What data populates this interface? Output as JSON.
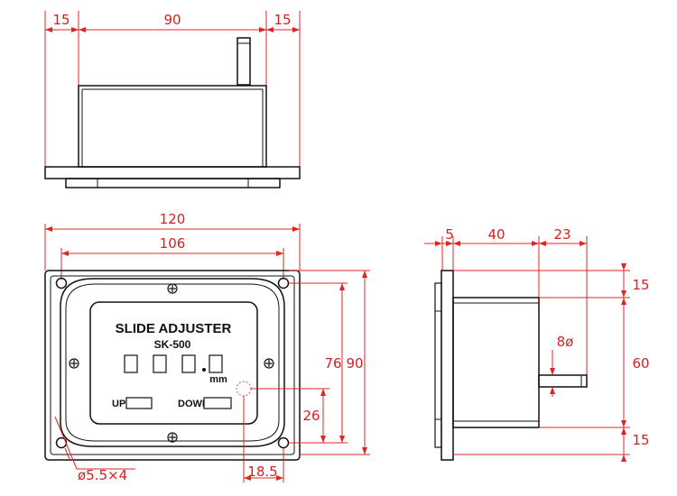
{
  "panel": {
    "title": "SLIDE ADJUSTER",
    "model": "SK-500",
    "unit": "mm",
    "up_label": "UP",
    "down_label": "DOWN"
  },
  "dimensions": {
    "top_view": {
      "left": "15",
      "center": "90",
      "right": "15"
    },
    "front_view": {
      "overall_width": "120",
      "hole_spacing_width": "106",
      "hole_spacing_height": "76",
      "overall_height": "90",
      "indicator_height": "26",
      "indicator_offset": "18.5",
      "mount_holes": "ø5.5×4"
    },
    "side_view": {
      "flange": "5",
      "body_depth": "40",
      "shaft_length": "23",
      "top_margin": "15",
      "body_height": "60",
      "bottom_margin": "15",
      "shaft_diameter": "8ø"
    }
  }
}
